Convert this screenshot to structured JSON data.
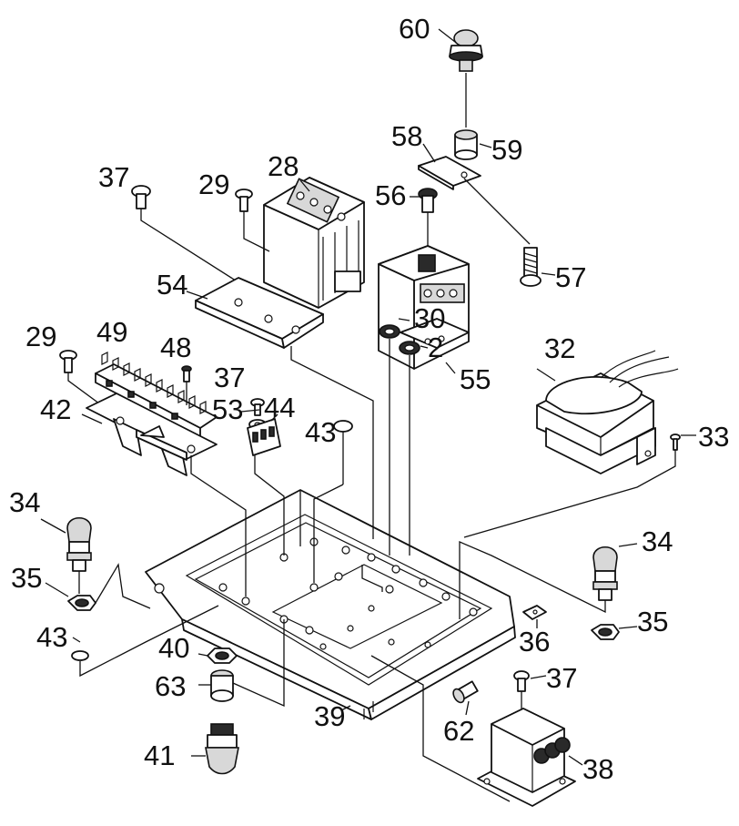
{
  "callouts": {
    "n60": "60",
    "n59": "59",
    "n58": "58",
    "n56": "56",
    "n57": "57",
    "n55": "55",
    "n37a": "37",
    "n29a": "29",
    "n28": "28",
    "n54": "54",
    "n29b": "29",
    "n49": "49",
    "n48": "48",
    "n37b": "37",
    "n53": "53",
    "n44": "44",
    "n42": "42",
    "n43a": "43",
    "n32": "32",
    "n33": "33",
    "n30": "30",
    "n2": "2",
    "n34a": "34",
    "n35a": "35",
    "n43b": "43",
    "n34b": "34",
    "n35b": "35",
    "n36": "36",
    "n40": "40",
    "n63": "63",
    "n41": "41",
    "n39": "39",
    "n37c": "37",
    "n62": "62",
    "n38": "38"
  },
  "colors": {
    "ink": "#111111",
    "paper": "#ffffff"
  }
}
